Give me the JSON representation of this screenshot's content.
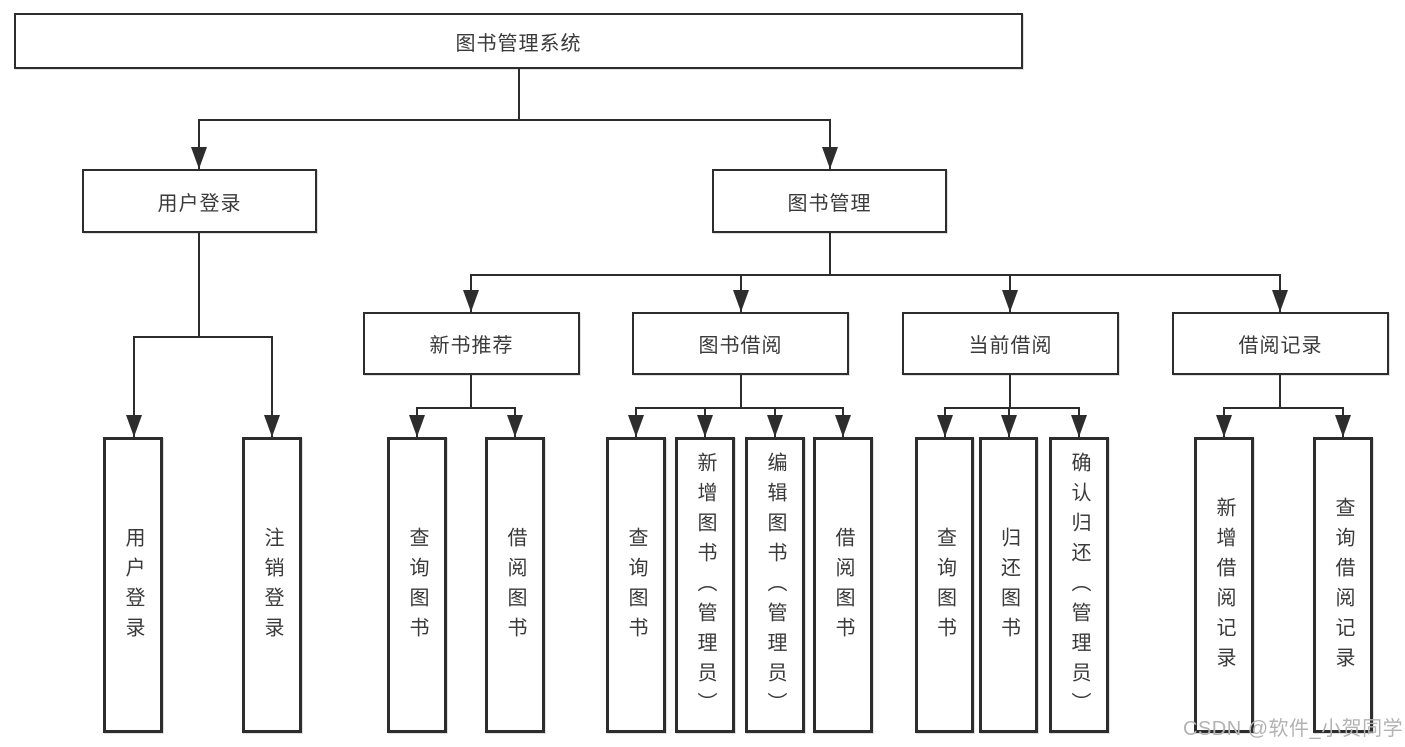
{
  "tree": {
    "label": "图书管理系统",
    "children": [
      {
        "label": "用户登录",
        "children": [
          {
            "label": "用户登录"
          },
          {
            "label": "注销登录"
          }
        ]
      },
      {
        "label": "图书管理",
        "children": [
          {
            "label": "新书推荐",
            "children": [
              {
                "label": "查询图书"
              },
              {
                "label": "借阅图书"
              }
            ]
          },
          {
            "label": "图书借阅",
            "children": [
              {
                "label": "查询图书"
              },
              {
                "label": "新增图书（管理员）"
              },
              {
                "label": "编辑图书（管理员）"
              },
              {
                "label": "借阅图书"
              }
            ]
          },
          {
            "label": "当前借阅",
            "children": [
              {
                "label": "查询图书"
              },
              {
                "label": "归还图书"
              },
              {
                "label": "确认归还（管理员）"
              }
            ]
          },
          {
            "label": "借阅记录",
            "children": [
              {
                "label": "新增借阅记录"
              },
              {
                "label": "查询借阅记录"
              }
            ]
          }
        ]
      }
    ]
  },
  "watermark": "CSDN @软件_小贺同学",
  "colors": {
    "line": "#2d2d2d",
    "text": "#3a3a3a",
    "watermark": "#b3b3b3",
    "background": "#ffffff"
  }
}
